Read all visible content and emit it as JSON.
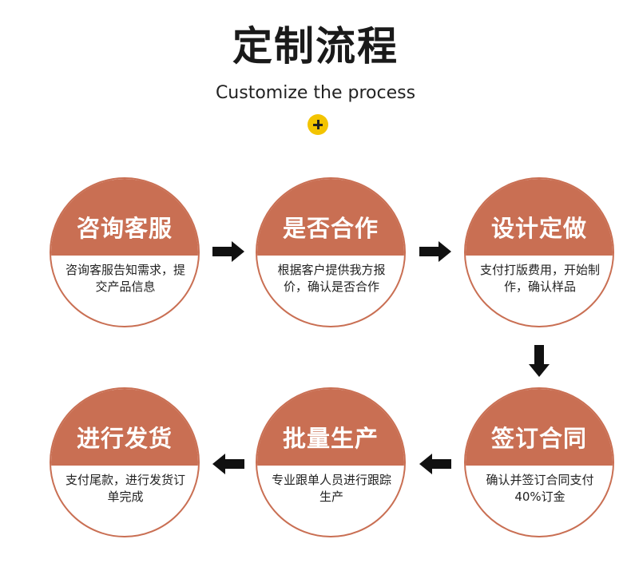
{
  "header": {
    "title": "定制流程",
    "subtitle": "Customize the process"
  },
  "steps": [
    {
      "title": "咨询客服",
      "desc": "咨询客服告知需求，提交产品信息"
    },
    {
      "title": "是否合作",
      "desc": "根据客户提供我方报价，确认是否合作"
    },
    {
      "title": "设计定做",
      "desc": "支付打版费用，开始制作，确认样品"
    },
    {
      "title": "签订合同",
      "desc": "确认并签订合同支付40%订金"
    },
    {
      "title": "批量生产",
      "desc": "专业跟单人员进行跟踪生产"
    },
    {
      "title": "进行发货",
      "desc": "支付尾款，进行发货订单完成"
    }
  ],
  "colors": {
    "accent": "#c96f53",
    "plus_badge": "#f3c400",
    "arrow": "#111111"
  },
  "icons": {
    "plus": "plus-icon",
    "arrow_right": "arrow-right-icon",
    "arrow_down": "arrow-down-icon",
    "arrow_left": "arrow-left-icon"
  }
}
